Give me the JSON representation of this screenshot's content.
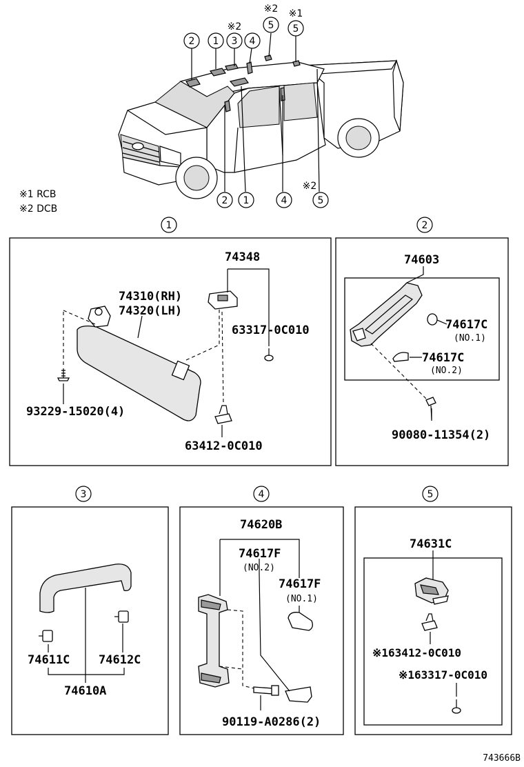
{
  "overview": {
    "callouts_top": [
      {
        "num": "2",
        "mark": ""
      },
      {
        "num": "1",
        "mark": ""
      },
      {
        "num": "3",
        "mark": "※2"
      },
      {
        "num": "4",
        "mark": ""
      },
      {
        "num": "5",
        "mark": "※2"
      },
      {
        "num": "5",
        "mark": "※1"
      }
    ],
    "callouts_bottom": [
      {
        "num": "2",
        "mark": ""
      },
      {
        "num": "1",
        "mark": ""
      },
      {
        "num": "4",
        "mark": ""
      },
      {
        "num": "5",
        "mark": "※2"
      }
    ],
    "legend": [
      "※1 RCB",
      "※2 DCB"
    ]
  },
  "section1": {
    "number": "1",
    "labels": {
      "p74348": "74348",
      "p74310": "74310(RH)",
      "p74320": "74320(LH)",
      "p63317": "63317-0C010",
      "p93229": "93229-15020(4)",
      "p63412": "63412-0C010"
    }
  },
  "section2": {
    "number": "2",
    "labels": {
      "p74603": "74603",
      "p74617c_1": "74617C",
      "note_1": "(NO.1)",
      "p74617c_2": "74617C",
      "note_2": "(NO.2)",
      "p90080": "90080-11354(2)"
    }
  },
  "section3": {
    "number": "3",
    "labels": {
      "p74611c": "74611C",
      "p74612c": "74612C",
      "p74610a": "74610A"
    }
  },
  "section4": {
    "number": "4",
    "labels": {
      "p74620b": "74620B",
      "p74617f_2": "74617F",
      "note_2": "(NO.2)",
      "p74617f_1": "74617F",
      "note_1": "(NO.1)",
      "p90119": "90119-A0286(2)"
    }
  },
  "section5": {
    "number": "5",
    "labels": {
      "p74631c": "74631C",
      "p63412": "※163412-0C010",
      "p63317": "※163317-0C010"
    }
  },
  "figure_code": "743666B"
}
